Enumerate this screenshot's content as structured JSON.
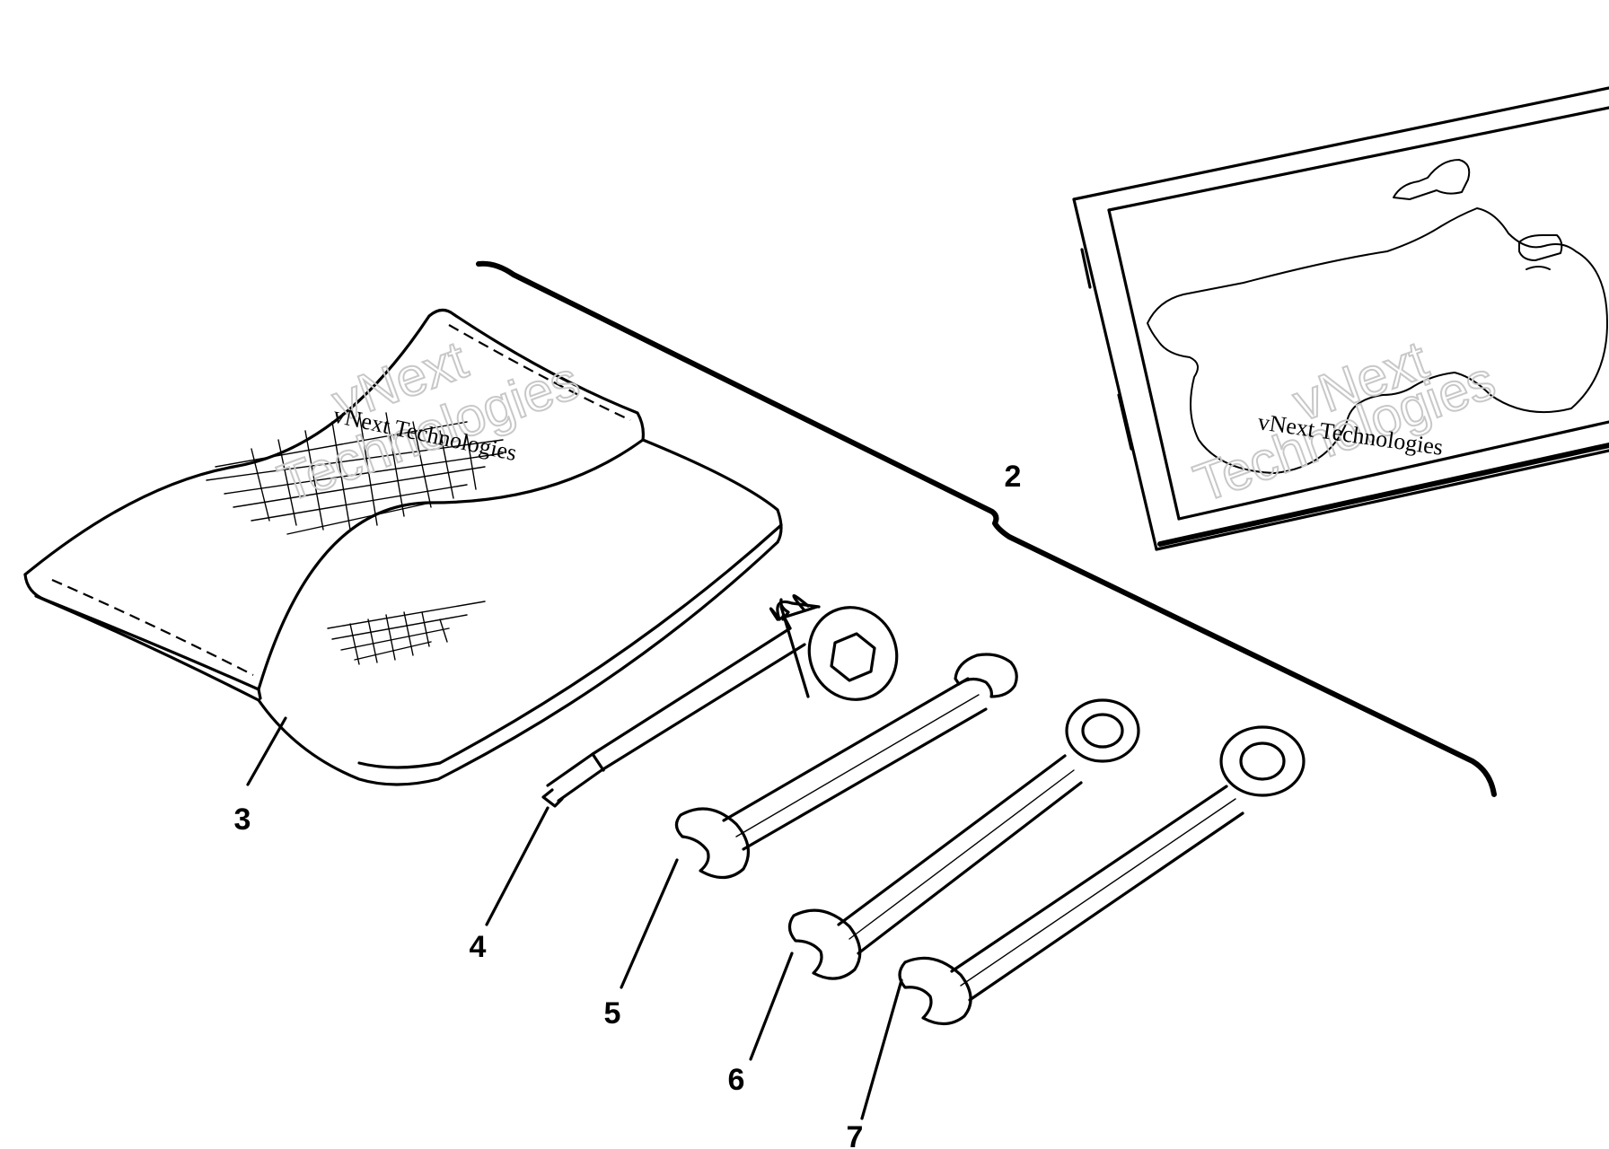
{
  "callouts": [
    {
      "id": "2",
      "label": "2"
    },
    {
      "id": "3",
      "label": "3"
    },
    {
      "id": "4",
      "label": "4"
    },
    {
      "id": "5",
      "label": "5"
    },
    {
      "id": "6",
      "label": "6"
    },
    {
      "id": "7",
      "label": "7"
    }
  ],
  "watermark": {
    "brand_line_1": "vNext",
    "brand_line_2": "Technologies",
    "brand_small": "vNext Technologies"
  }
}
